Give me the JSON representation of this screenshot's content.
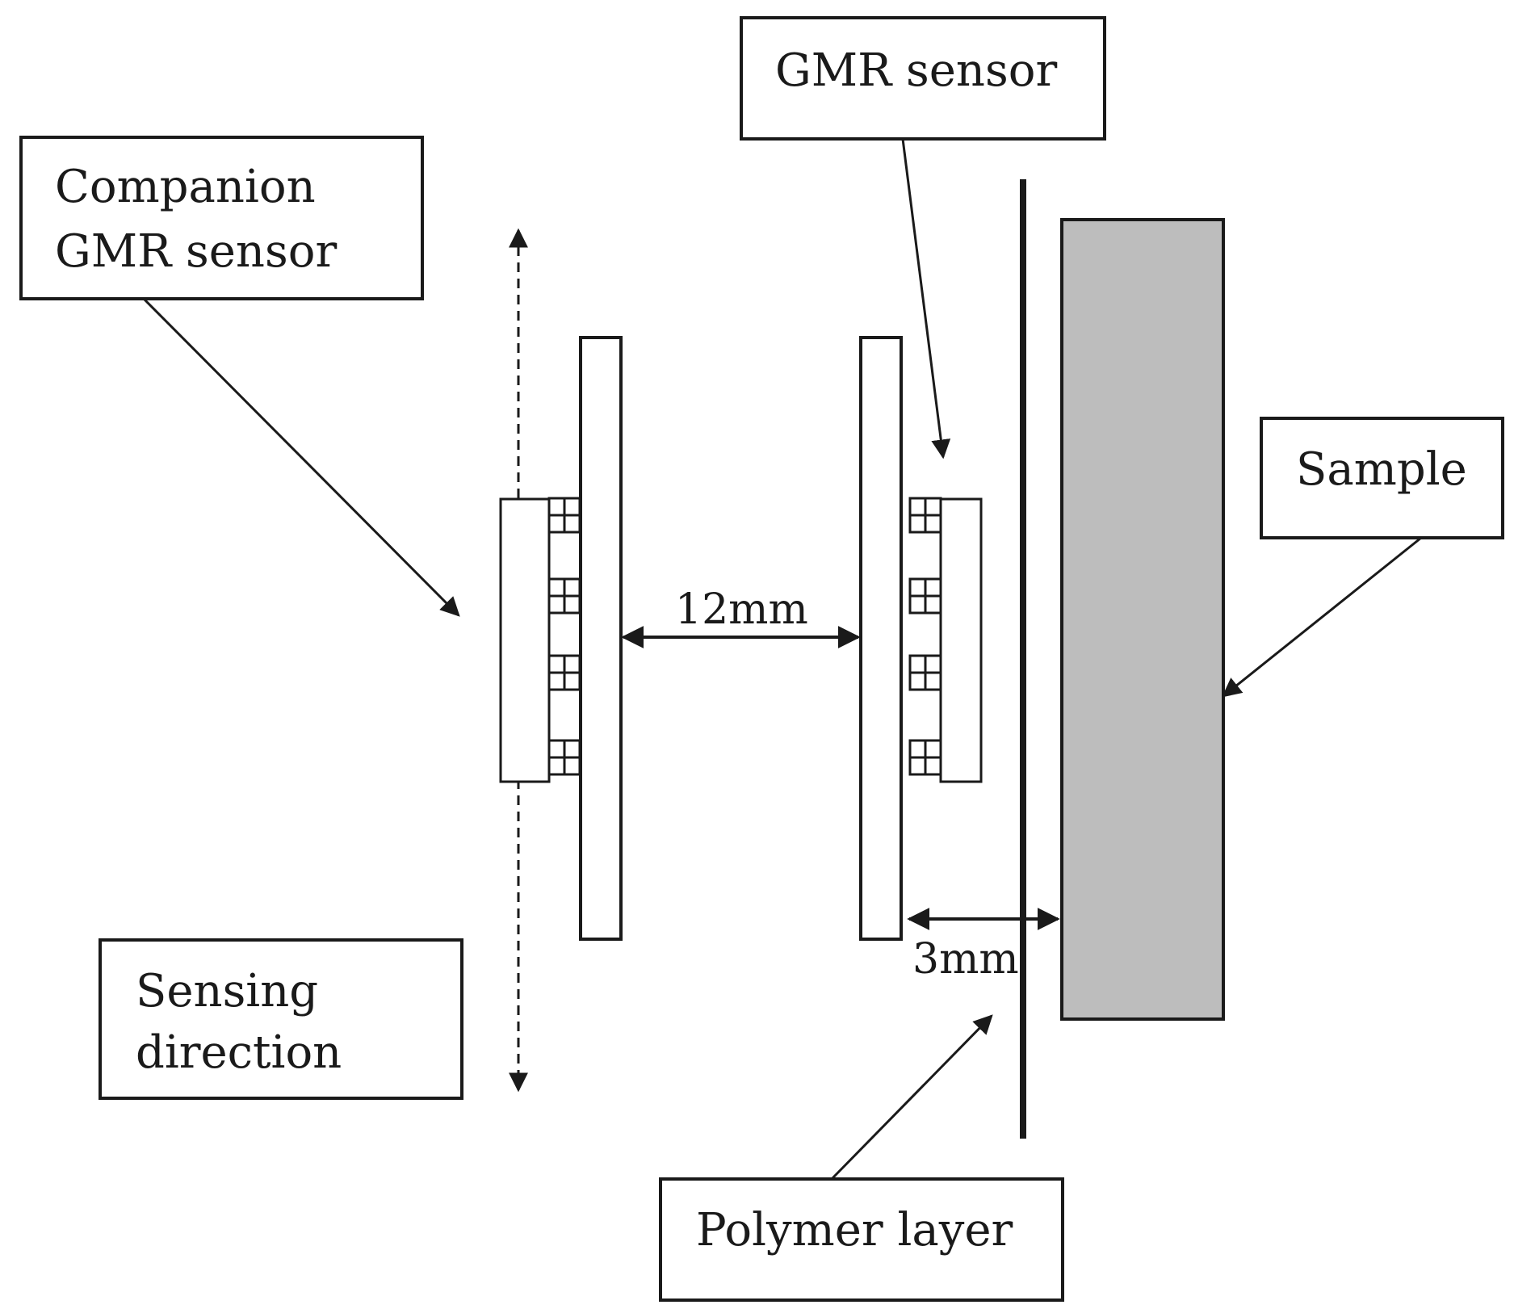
{
  "labels": {
    "gmr_sensor": "GMR sensor",
    "companion_line1": "Companion",
    "companion_line2": "GMR sensor",
    "sample": "Sample",
    "sensing_line1": "Sensing",
    "sensing_line2": "direction",
    "polymer_layer": "Polymer layer"
  },
  "dimensions": {
    "sensor_spacing": "12mm",
    "sensor_to_sample_gap": "3mm"
  },
  "colors": {
    "ink": "#1a1a1a",
    "sample_fill": "#bdbdbd",
    "background": "#ffffff"
  }
}
